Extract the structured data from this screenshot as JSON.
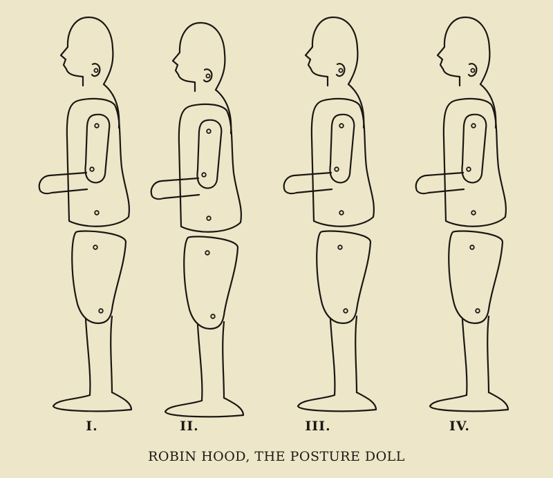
{
  "figures": [
    {
      "label": "I."
    },
    {
      "label": "II."
    },
    {
      "label": "III."
    },
    {
      "label": "IV."
    }
  ],
  "caption": "ROBIN HOOD, THE POSTURE DOLL",
  "colors": {
    "paper": "#ede6c9",
    "ink": "#1a1712"
  }
}
